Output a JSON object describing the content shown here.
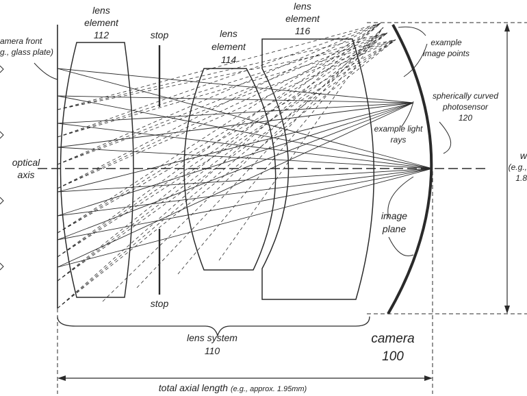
{
  "labels": {
    "camera_front": [
      "amera front",
      "g., glass plate)"
    ],
    "lens112": [
      "lens",
      "element",
      "112"
    ],
    "stop_top": "stop",
    "stop_bottom": "stop",
    "lens114": [
      "lens",
      "element",
      "114"
    ],
    "lens116": [
      "lens",
      "element",
      "116"
    ],
    "image_points": [
      "example",
      "image points"
    ],
    "photosensor": [
      "spherically curved",
      "photosensor",
      "120"
    ],
    "light_rays": [
      "example light",
      "rays"
    ],
    "optical_axis": [
      "optical",
      "axis"
    ],
    "image_plane": [
      "image",
      "plane"
    ],
    "lens_system": [
      "lens system",
      "110"
    ],
    "camera": [
      "camera",
      "100"
    ],
    "total_length": "total axial length",
    "total_length_note": "(e.g., approx. 1.95mm)",
    "width_label": [
      "w",
      "(e.g.,",
      "1.8"
    ]
  },
  "colors": {
    "ink": "#2a2a2a",
    "background": "#ffffff"
  }
}
